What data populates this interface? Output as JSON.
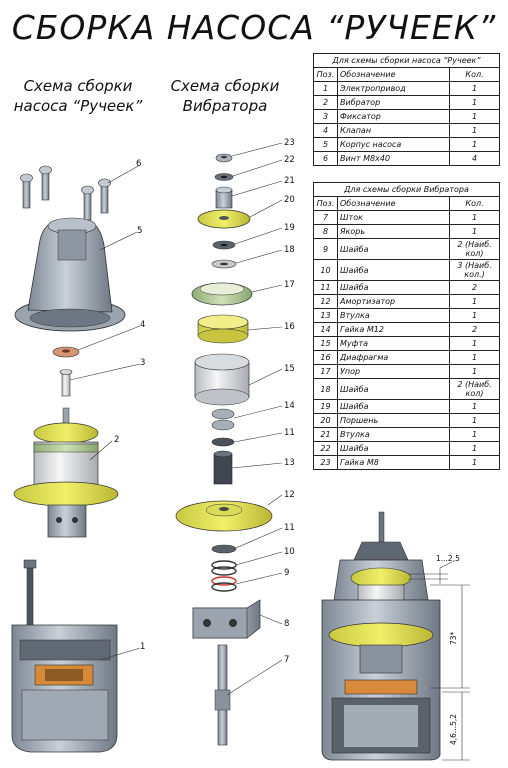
{
  "title": "СБОРКА НАСОСА “РУЧЕЕК”",
  "left_caption": [
    "Схема сборки",
    "насоса “Ручеек”"
  ],
  "middle_caption": [
    "Схема сборки",
    "Вибратора"
  ],
  "table1": {
    "heading": "Для схемы сборки насоса “Ручеек”",
    "columns": [
      "Поз.",
      "Обозначение",
      "Кол."
    ],
    "rows": [
      [
        "1",
        "Электропривод",
        "1"
      ],
      [
        "2",
        "Вибратор",
        "1"
      ],
      [
        "3",
        "Фиксатор",
        "1"
      ],
      [
        "4",
        "Клапан",
        "1"
      ],
      [
        "5",
        "Корпус насоса",
        "1"
      ],
      [
        "6",
        "Винт M8x40",
        "4"
      ]
    ]
  },
  "table2": {
    "heading": "Для схемы сборки Вибратора",
    "columns": [
      "Поз.",
      "Обозначение",
      "Кол."
    ],
    "rows": [
      [
        "7",
        "Шток",
        "1"
      ],
      [
        "8",
        "Якорь",
        "1"
      ],
      [
        "9",
        "Шайба",
        "2 (Наиб. кол)"
      ],
      [
        "10",
        "Шайба",
        "3 (Наиб. кол.)"
      ],
      [
        "11",
        "Шайба",
        "2"
      ],
      [
        "12",
        "Амортизатор",
        "1"
      ],
      [
        "13",
        "Втулка",
        "1"
      ],
      [
        "14",
        "Гайка M12",
        "2"
      ],
      [
        "15",
        "Муфта",
        "1"
      ],
      [
        "16",
        "Диафрагма",
        "1"
      ],
      [
        "17",
        "Упор",
        "1"
      ],
      [
        "18",
        "Шайба",
        "2 (Наиб. кол)"
      ],
      [
        "19",
        "Шайба",
        "1"
      ],
      [
        "20",
        "Поршень",
        "1"
      ],
      [
        "21",
        "Втулка",
        "1"
      ],
      [
        "22",
        "Шайба",
        "1"
      ],
      [
        "23",
        "Гайка M8",
        "1"
      ]
    ]
  },
  "callouts_left": [
    "6",
    "5",
    "4",
    "3",
    "2",
    "1"
  ],
  "callouts_middle": [
    "23",
    "22",
    "21",
    "20",
    "19",
    "18",
    "17",
    "16",
    "15",
    "14",
    "11",
    "13",
    "12",
    "11",
    "10",
    "9",
    "8",
    "7"
  ],
  "dimensions": [
    "1...2,5",
    "73*",
    "4,6...5,2"
  ],
  "colors": {
    "metal": "#a9b1bd",
    "yellow": "#e3e24a",
    "green": "#b7cf98",
    "dark": "#55606c",
    "orange": "#d9893a"
  }
}
